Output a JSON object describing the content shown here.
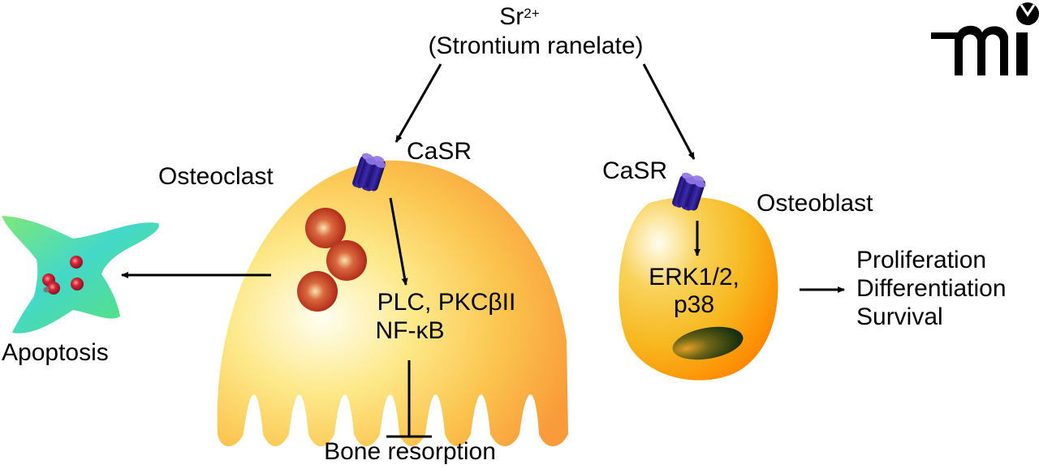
{
  "figure": {
    "logo": {
      "text": "mi",
      "icon": "journal-logo-icon"
    },
    "drug": {
      "ion": "Sr",
      "ion_charge": "2+",
      "name": "(Strontium ranelate)"
    },
    "osteoclast": {
      "label": "Osteoclast",
      "receptor_label": "CaSR",
      "signaling_line1": "PLC, PKCβII",
      "signaling_line2": "NF-κB",
      "inhibited_outcome": "Bone resorption",
      "colors": {
        "body": "#f9a63a",
        "highlight": "#fffbe0",
        "vesicle": "#b8281a"
      }
    },
    "apoptotic_cell": {
      "label": "Apoptosis",
      "colors": {
        "body": "#45d7c4",
        "edge": "#5ee36b"
      }
    },
    "osteoblast": {
      "label": "Osteoblast",
      "receptor_label": "CaSR",
      "signaling_line1": "ERK1/2,",
      "signaling_line2": "p38",
      "outcomes": [
        "Proliferation",
        "Differentiation",
        "Survival"
      ],
      "colors": {
        "body": "#f7b820",
        "edge": "#ff8a00",
        "nucleus": "#2d3a10"
      }
    },
    "receptor_color": "#2a1a8c"
  }
}
